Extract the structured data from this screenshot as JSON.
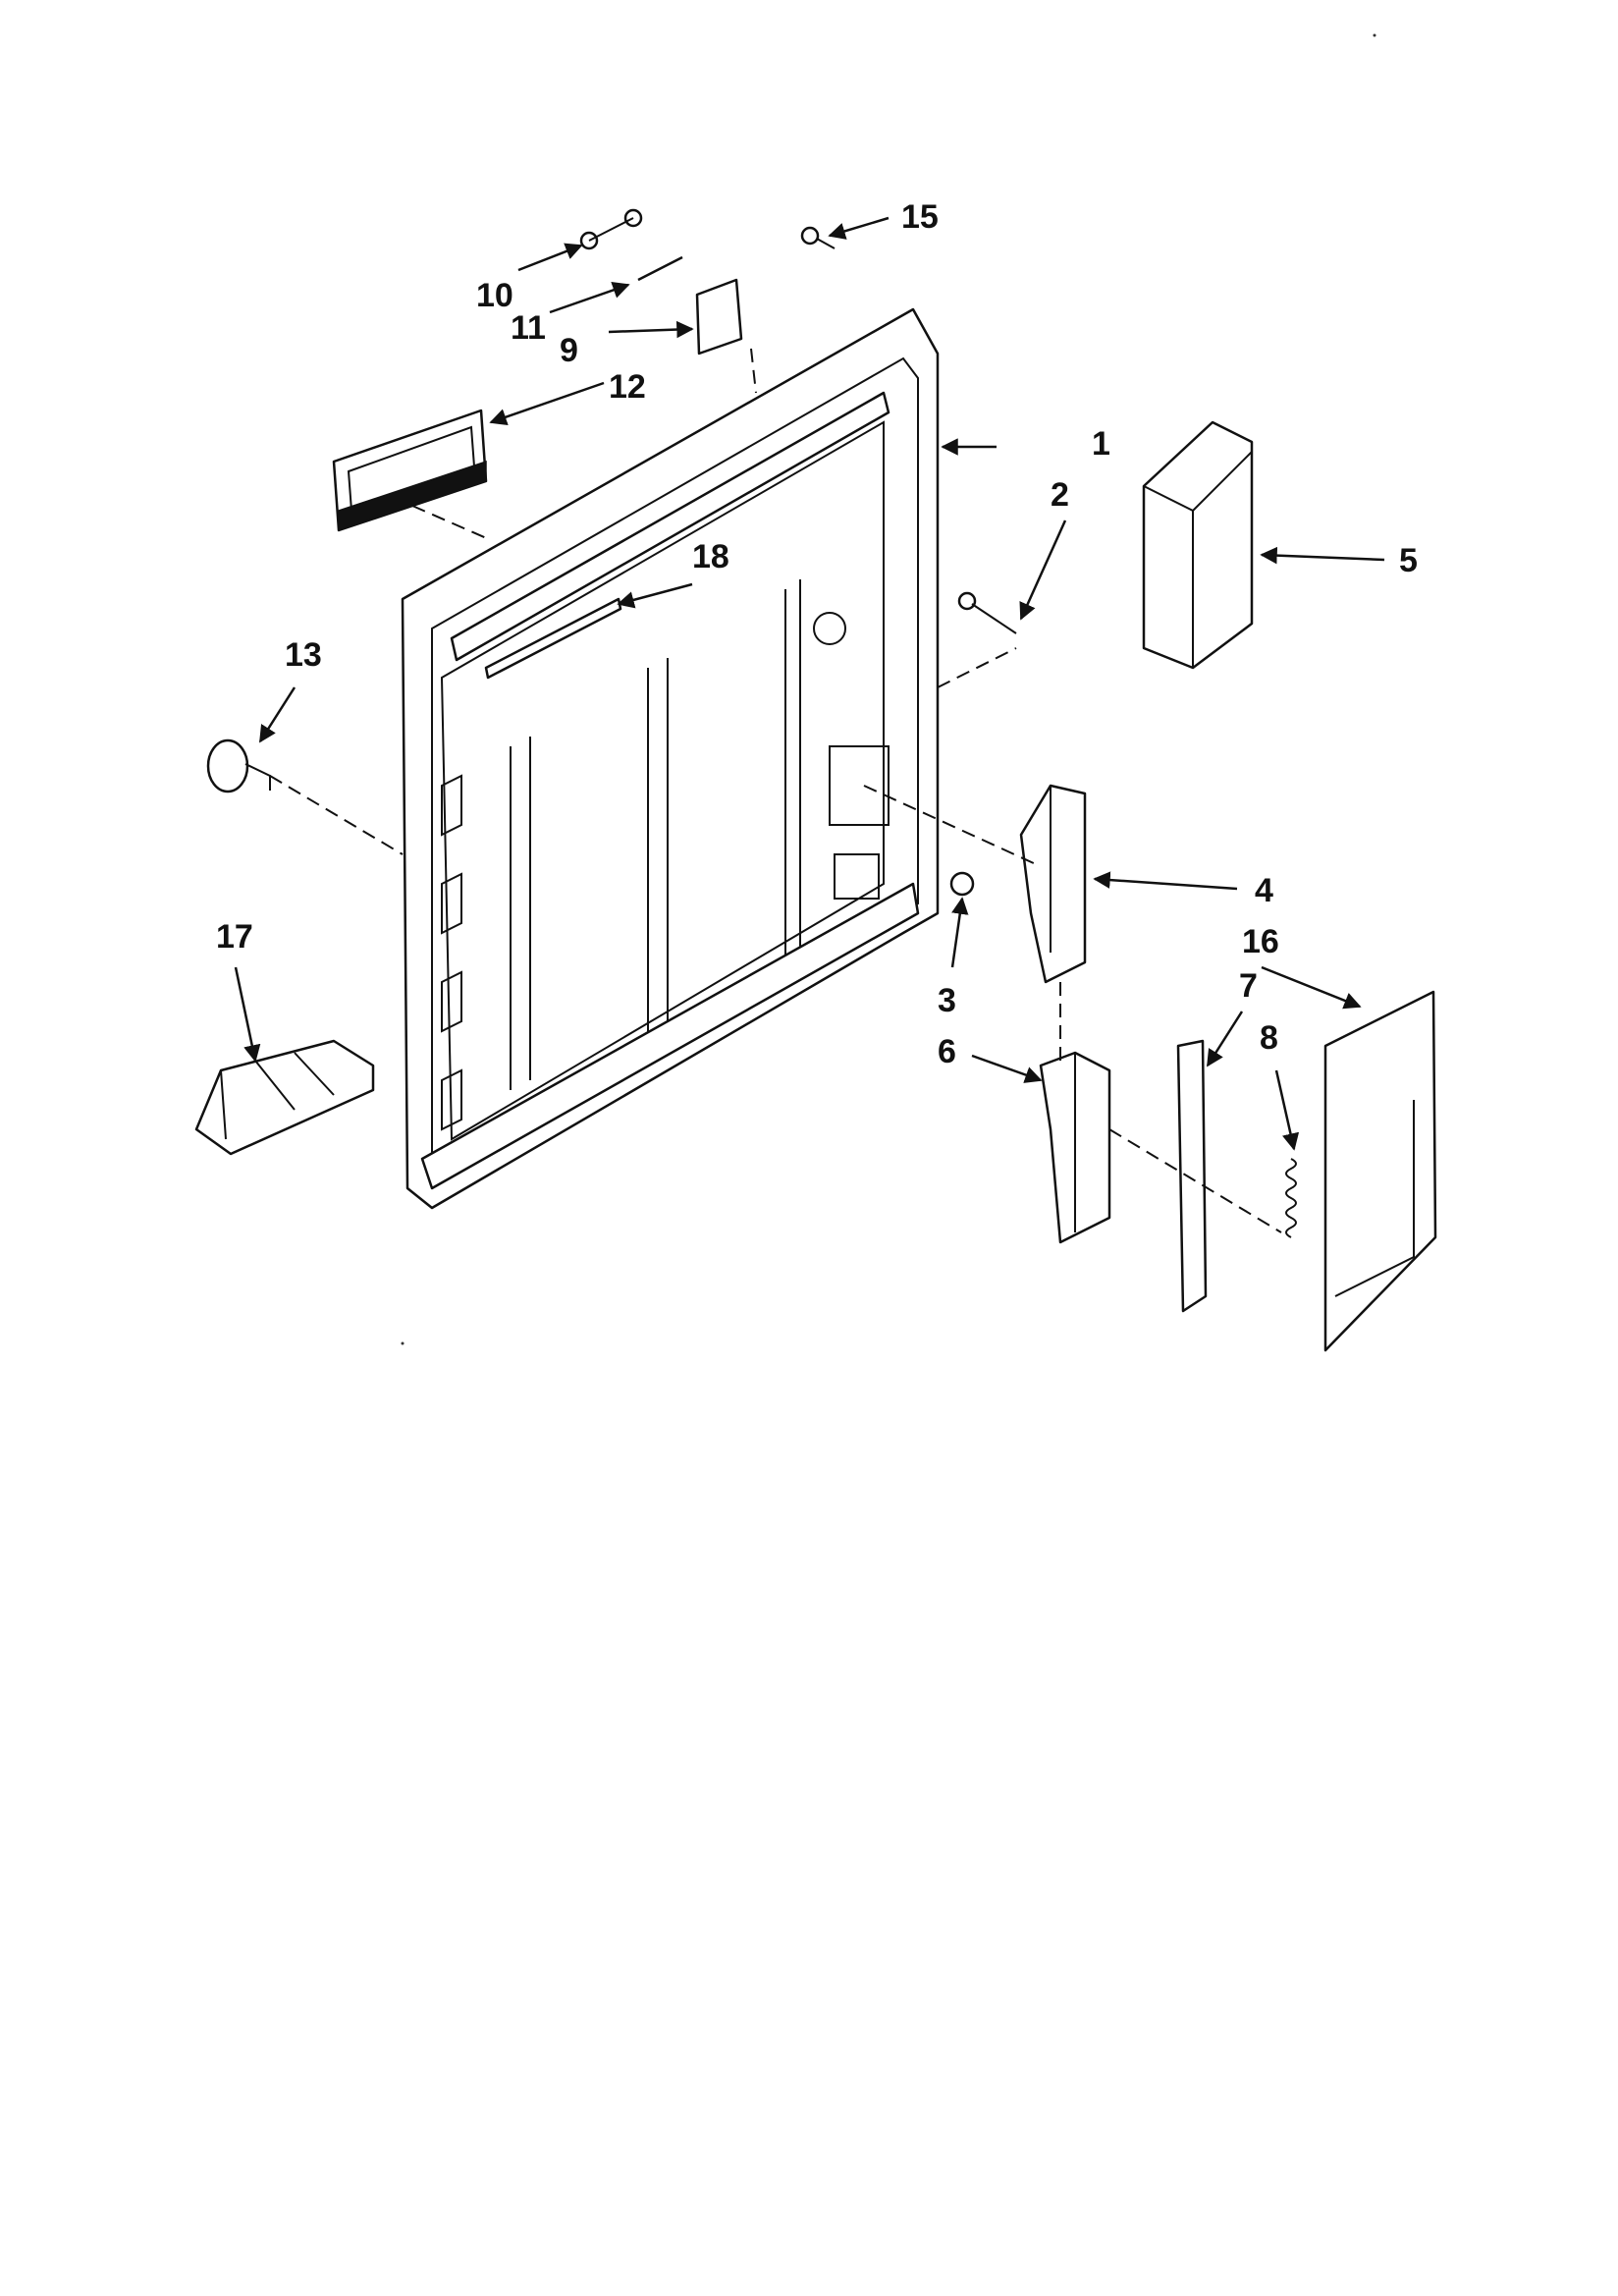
{
  "diagram": {
    "callouts": [
      {
        "id": "1",
        "label": "1"
      },
      {
        "id": "2",
        "label": "2"
      },
      {
        "id": "3",
        "label": "3"
      },
      {
        "id": "4",
        "label": "4"
      },
      {
        "id": "5",
        "label": "5"
      },
      {
        "id": "6",
        "label": "6"
      },
      {
        "id": "7",
        "label": "7"
      },
      {
        "id": "8",
        "label": "8"
      },
      {
        "id": "9",
        "label": "9"
      },
      {
        "id": "10",
        "label": "10"
      },
      {
        "id": "11",
        "label": "11"
      },
      {
        "id": "12",
        "label": "12"
      },
      {
        "id": "13",
        "label": "13"
      },
      {
        "id": "15",
        "label": "15"
      },
      {
        "id": "16",
        "label": "16"
      },
      {
        "id": "17",
        "label": "17"
      },
      {
        "id": "18",
        "label": "18"
      }
    ]
  }
}
